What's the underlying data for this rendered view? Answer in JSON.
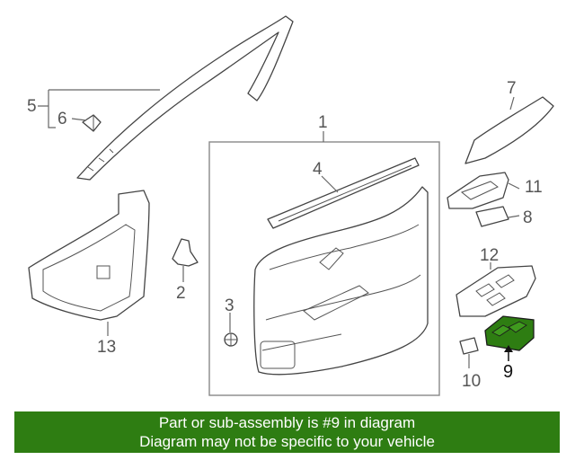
{
  "callouts": {
    "n1": "1",
    "n2": "2",
    "n3": "3",
    "n4": "4",
    "n5": "5",
    "n6": "6",
    "n7": "7",
    "n8": "8",
    "n9": "9",
    "n10": "10",
    "n11": "11",
    "n12": "12",
    "n13": "13"
  },
  "highlight_color": "#2e7d12",
  "footer": {
    "line1": "Part or sub-assembly is #9 in diagram",
    "line2": "Diagram may not be specific to your vehicle"
  }
}
